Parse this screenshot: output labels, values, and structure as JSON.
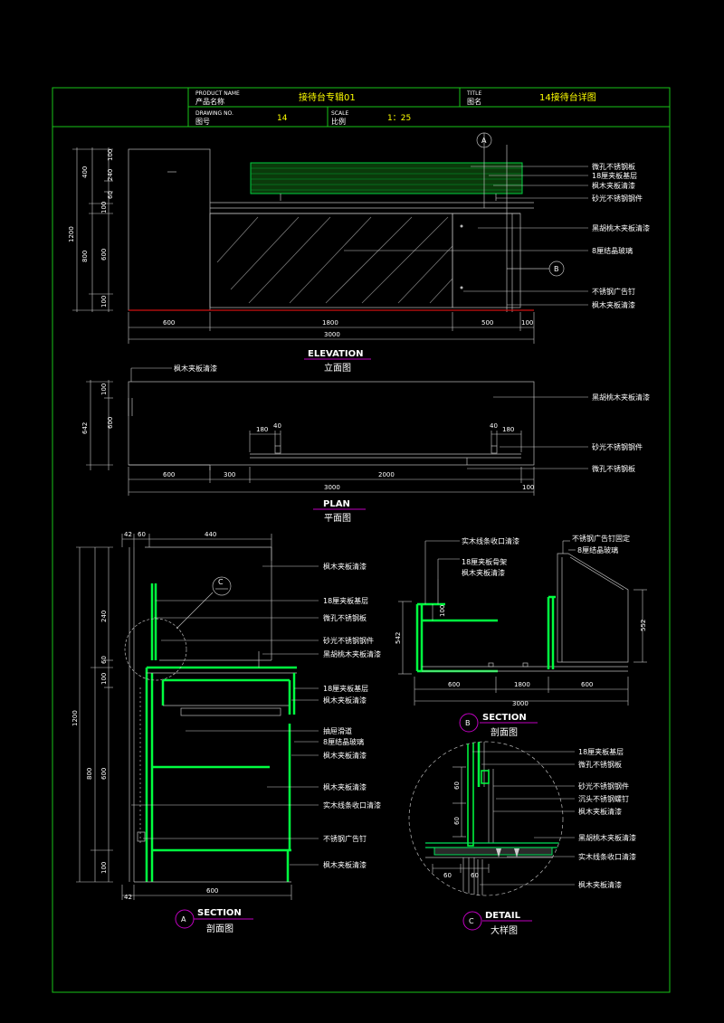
{
  "title_block": {
    "product_name_en": "PRODUCT NAME",
    "product_name_cn": "产品名称",
    "product_name_value": "接待台专辑01",
    "title_en": "TITLE",
    "title_cn": "图名",
    "title_value": "14接待台详图",
    "drawing_no_en": "DRAWING NO.",
    "drawing_no_cn": "图号",
    "drawing_no_value": "14",
    "scale_en": "SCALE",
    "scale_cn": "比例",
    "scale_value": "1：25"
  },
  "elevation": {
    "title_en": "ELEVATION",
    "title_cn": "立面图",
    "dims_left": [
      "400",
      "240",
      "100",
      "60",
      "100",
      "1200",
      "800",
      "600",
      "100"
    ],
    "dims_bottom": [
      "600",
      "1800",
      "500",
      "100",
      "3000"
    ],
    "markers": [
      "A",
      "B"
    ],
    "labels": [
      "微孔不锈钢板",
      "18厘夹板基层",
      "枫木夹板清漆",
      "砂光不锈钢钢件",
      "黑胡桃木夹板清漆",
      "8厘结晶玻璃",
      "不锈钢广告钉",
      "枫木夹板清漆"
    ]
  },
  "plan": {
    "title_en": "PLAN",
    "title_cn": "平面图",
    "top_label": "枫木夹板清漆",
    "dims_left": [
      "100",
      "642",
      "600"
    ],
    "dims_small": [
      "180",
      "40",
      "40",
      "180"
    ],
    "dims_bottom": [
      "600",
      "300",
      "2000",
      "100",
      "3000"
    ],
    "labels": [
      "黑胡桃木夹板清漆",
      "砂光不锈钢钢件",
      "微孔不锈钢板"
    ]
  },
  "section_a": {
    "marker": "A",
    "title_en": "SECTION",
    "title_cn": "剖面图",
    "detail_marker": "C",
    "dims_top": [
      "42",
      "60",
      "440"
    ],
    "dims_left": [
      "240",
      "60",
      "100",
      "1200",
      "800",
      "600",
      "100"
    ],
    "dims_bottom": [
      "42",
      "600"
    ],
    "labels": [
      "枫木夹板清漆",
      "18厘夹板基层",
      "微孔不锈钢板",
      "砂光不锈钢钢件",
      "黑胡桃木夹板清漆",
      "18厘夹板基层",
      "枫木夹板清漆",
      "抽屉滑道",
      "8厘结晶玻璃",
      "枫木夹板清漆",
      "枫木夹板清漆",
      "实木线条收口清漆",
      "不锈钢广告钉",
      "枫木夹板清漆"
    ]
  },
  "section_b": {
    "marker": "B",
    "title_en": "SECTION",
    "title_cn": "剖面图",
    "labels": [
      "实木线条收口清漆",
      "18厘夹板骨架",
      "枫木夹板清漆",
      "不锈钢广告钉固定",
      "8厘结晶玻璃"
    ],
    "dims": [
      "542",
      "100",
      "552",
      "600",
      "1800",
      "600",
      "3000"
    ]
  },
  "detail_c": {
    "marker": "C",
    "title_en": "DETAIL",
    "title_cn": "大样图",
    "dims": [
      "60",
      "60",
      "60",
      "60"
    ],
    "labels": [
      "18厘夹板基层",
      "微孔不锈钢板",
      "砂光不锈钢钢件",
      "沉头不锈钢螺钉",
      "枫木夹板清漆",
      "黑胡桃木夹板清漆",
      "实木线条收口清漆",
      "枫木夹板清漆"
    ]
  },
  "colors": {
    "background": "#000000",
    "frame": "#18c418",
    "highlight_green": "#00ff40",
    "title_underline": "#c000c0",
    "floor_red": "#d01010"
  }
}
